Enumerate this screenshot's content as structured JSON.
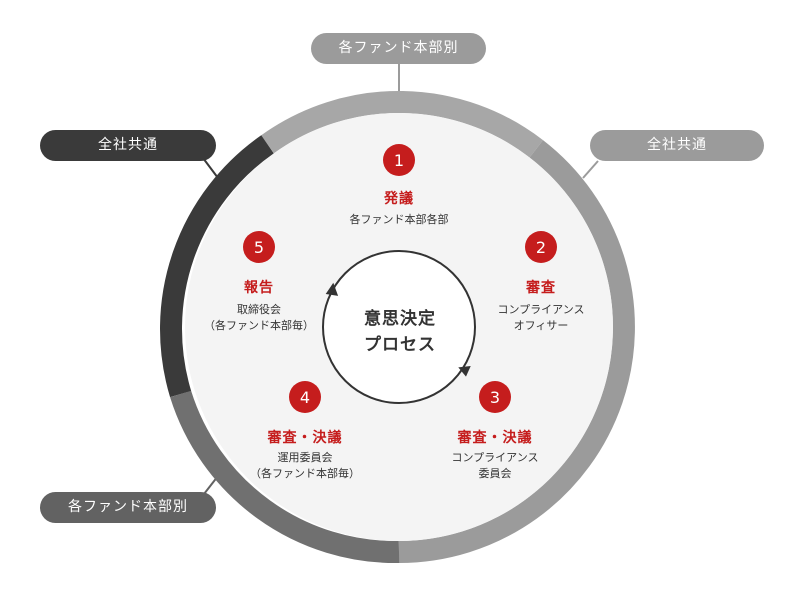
{
  "labels": {
    "top": "各ファンド本部別",
    "top_right": "全社共通",
    "top_left": "全社共通",
    "bottom_left": "各ファンド本部別"
  },
  "center": {
    "line1": "意思決定",
    "line2": "プロセス"
  },
  "steps": [
    {
      "num": "1",
      "title": "発議",
      "sub1": "各ファンド本部各部",
      "sub2": ""
    },
    {
      "num": "2",
      "title": "審査",
      "sub1": "コンプライアンス",
      "sub2": "オフィサー"
    },
    {
      "num": "3",
      "title": "審査・決議",
      "sub1": "コンプライアンス",
      "sub2": "委員会"
    },
    {
      "num": "4",
      "title": "審査・決議",
      "sub1": "運用委員会",
      "sub2": "（各ファンド本部毎）"
    },
    {
      "num": "5",
      "title": "報告",
      "sub1": "取締役会",
      "sub2": "（各ファンド本部毎）"
    }
  ],
  "colors": {
    "accent": "#c51d1d",
    "ring_light": "#9b9b9b",
    "ring_dark": "#3a3a3a",
    "ring_mid": "#626262",
    "inner_disc": "#f4f4f4"
  }
}
